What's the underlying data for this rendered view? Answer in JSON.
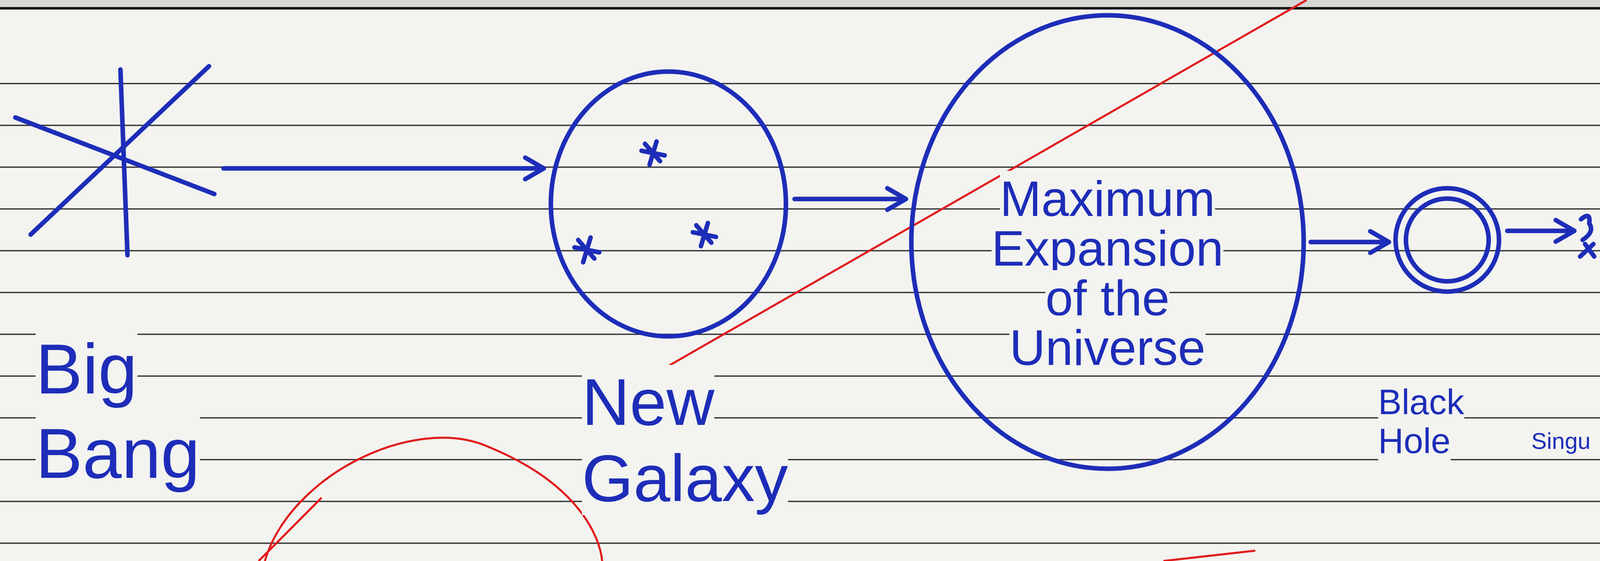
{
  "diagram": {
    "nodes": [
      {
        "text": [
          "Big Bang"
        ]
      },
      {
        "text": [
          "New Galaxy"
        ]
      },
      {
        "text": [
          "Maximum Expansion of the Universe"
        ]
      },
      {
        "text": [
          "Black Hole"
        ]
      },
      {
        "text": [
          "Singu"
        ]
      }
    ],
    "edges": [
      {
        "from": 0,
        "to": 1,
        "arrow": "to"
      },
      {
        "from": 1,
        "to": 2,
        "arrow": "to"
      },
      {
        "from": 2,
        "to": 3,
        "arrow": "to"
      },
      {
        "from": 3,
        "to": 4,
        "arrow": "to"
      }
    ]
  }
}
